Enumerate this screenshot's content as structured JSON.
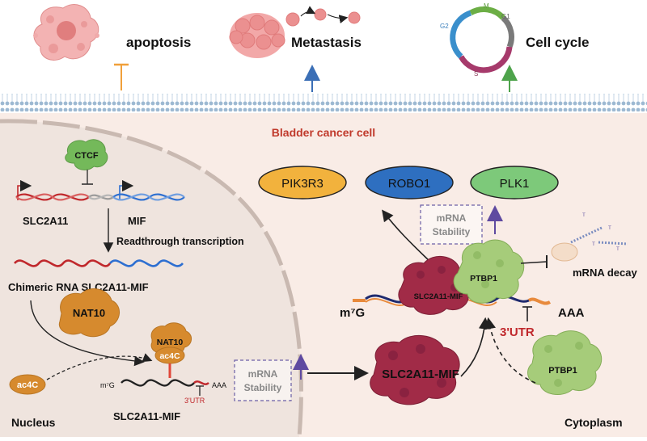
{
  "top": {
    "apoptosis": "apoptosis",
    "metastasis": "Metastasis",
    "cell_cycle": "Cell cycle",
    "phases": {
      "m": "M",
      "g1": "G1",
      "g2": "G2",
      "s": "S"
    }
  },
  "cell": {
    "title": "Bladder cancer cell",
    "nucleus_label": "Nucleus",
    "cytoplasm_label": "Cytoplasm"
  },
  "nucleus": {
    "ctcf": "CTCF",
    "gene_left": "SLC2A11",
    "gene_right": "MIF",
    "readthrough": "Readthrough transcription",
    "chimeric": "Chimeric RNA SLC2A11-MIF",
    "nat10_a": "NAT10",
    "nat10_b": "NAT10",
    "ac4c_bound": "ac4C",
    "ac4c_free": "ac4C",
    "m7g": "m⁷G",
    "aaa": "AAA",
    "utr": "3'UTR",
    "rna_label": "SLC2A11-MIF",
    "stability_1": "mRNA",
    "stability_2": "Stability"
  },
  "cytoplasm": {
    "targets": [
      "PIK3R3",
      "ROBO1",
      "PLK1"
    ],
    "stability_1": "mRNA",
    "stability_2": "Stability",
    "ptbp1_bound": "PTBP1",
    "ptbp1_free": "PTBP1",
    "complex_label": "SLC2A11-MIF",
    "protein_label": "SLC2A11-MIF",
    "m7g": "m⁷G",
    "aaa": "AAA",
    "utr": "3'UTR",
    "decay": "mRNA decay"
  },
  "colors": {
    "membrane": "#b9cfe0",
    "cytoplasm_bg": "#f9ece6",
    "nucleus_bg": "#efe4de",
    "title_red": "#c0392b",
    "ctcf_green": "#74b95a",
    "nat10_orange": "#d68a2e",
    "slc_maroon": "#a12b47",
    "ptbp1_green": "#a6cc7a",
    "rna_red": "#c0282c",
    "rna_blue": "#2d6fd1",
    "target_orange": "#f2b23d",
    "target_blue": "#2e6fc0",
    "target_green": "#7dc97a",
    "arrow_blue": "#3b6fb6",
    "arrow_green": "#4ea34b",
    "arrow_orange": "#f0a03a",
    "arrow_purple": "#5f4aa0"
  }
}
